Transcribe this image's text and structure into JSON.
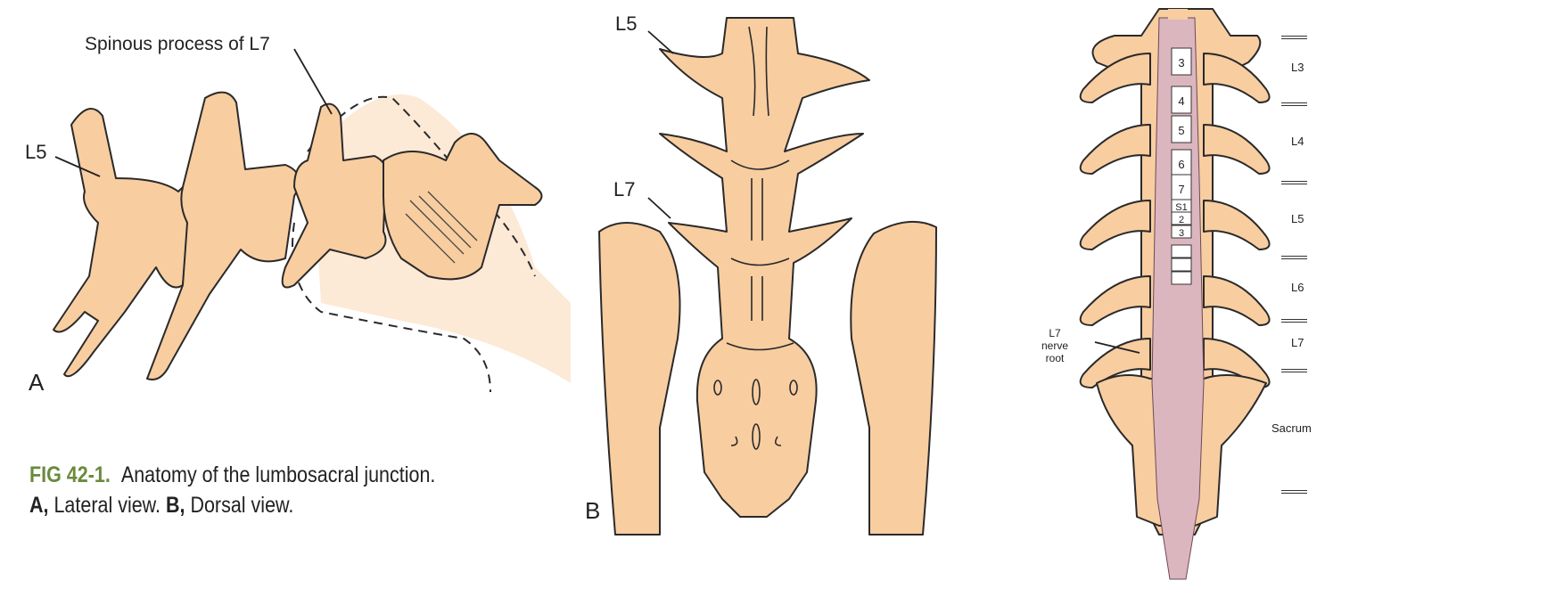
{
  "panel_a": {
    "letter": "A",
    "labels": {
      "spinous": "Spinous process of L7",
      "l5": "L5"
    }
  },
  "panel_b": {
    "letter": "B",
    "labels": {
      "l5": "L5",
      "l7": "L7"
    }
  },
  "panel_c": {
    "segments": [
      "3",
      "4",
      "5",
      "6",
      "7",
      "S1",
      "2",
      "3"
    ],
    "vertebra_labels": [
      "L3",
      "L4",
      "L5",
      "L6",
      "L7",
      "Sacrum"
    ],
    "nerve_root_label": [
      "L7",
      "nerve",
      "root"
    ]
  },
  "caption": {
    "fig_number": "FIG 42-1.",
    "title": "Anatomy of the lumbosacral junction.",
    "a_key": "A,",
    "a_text": "Lateral view.",
    "b_key": "B,",
    "b_text": "Dorsal view."
  },
  "colors": {
    "bone": "#f8cda0",
    "nerve": "#dcb6bf",
    "fig_label": "#6b8a3d"
  }
}
